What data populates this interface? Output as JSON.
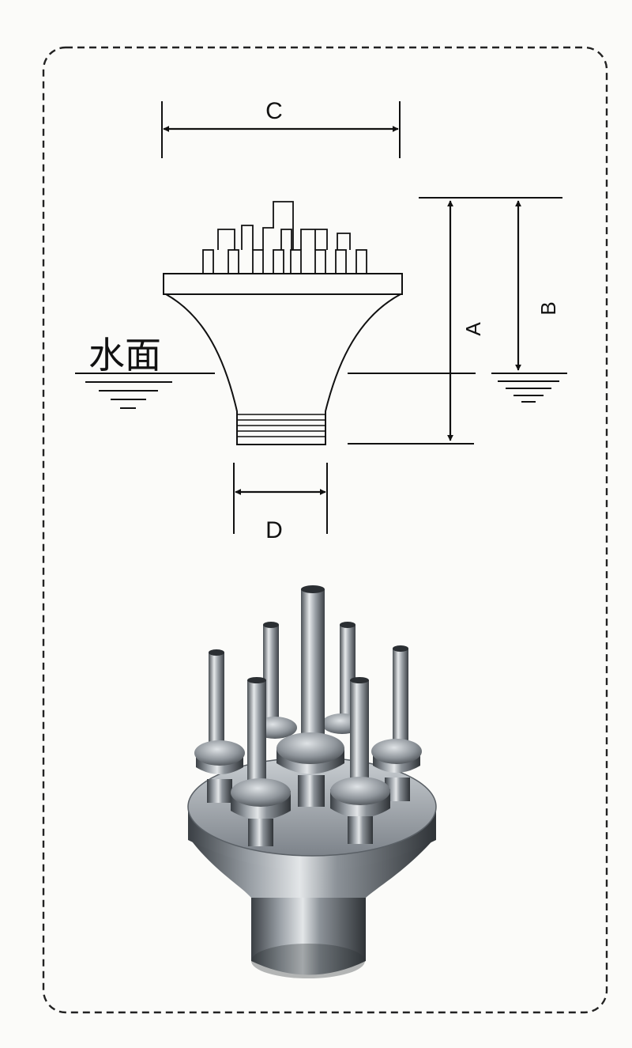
{
  "diagram": {
    "labels": {
      "c": "C",
      "a": "A",
      "b": "B",
      "d": "D",
      "water_surface": "水面"
    },
    "colors": {
      "line": "#111111",
      "border": "#222222",
      "background": "#fbfbf9"
    }
  },
  "photo": {
    "nozzle_count": 7,
    "material_colors": {
      "steel_dark": "#3e4347",
      "steel_mid": "#8a9096",
      "steel_light": "#d8dcdf"
    }
  }
}
